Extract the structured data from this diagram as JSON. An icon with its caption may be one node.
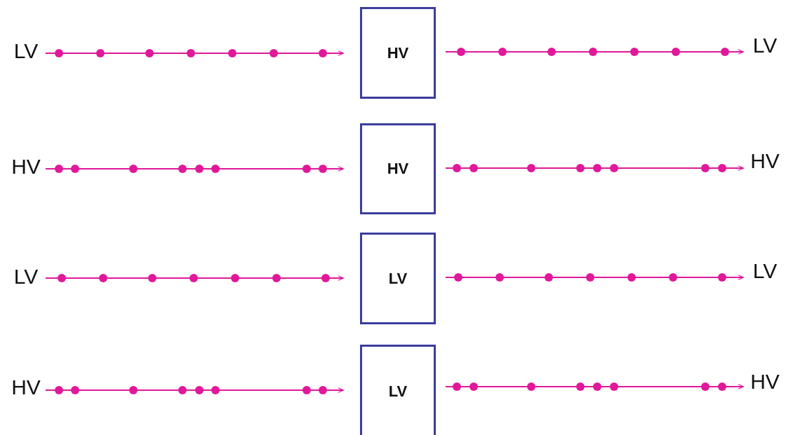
{
  "diagram": {
    "nodes": [
      {
        "text": [
          "LV"
        ]
      },
      {
        "text": [
          "HV"
        ]
      },
      {
        "text": [
          "LV"
        ]
      },
      {
        "text": [
          "HV"
        ]
      },
      {
        "text": [
          "HV"
        ]
      },
      {
        "text": [
          "HV"
        ]
      },
      {
        "text": [
          "LV"
        ]
      },
      {
        "text": [
          "LV"
        ]
      },
      {
        "text": [
          "LV"
        ]
      },
      {
        "text": [
          "HV"
        ]
      },
      {
        "text": [
          "LV"
        ]
      },
      {
        "text": [
          "HV"
        ]
      }
    ],
    "edges": [
      {
        "from": 0,
        "to": 1,
        "arrow": "to"
      },
      {
        "from": 1,
        "to": 2,
        "arrow": "to"
      },
      {
        "from": 3,
        "to": 4,
        "arrow": "to"
      },
      {
        "from": 4,
        "to": 5,
        "arrow": "to"
      },
      {
        "from": 6,
        "to": 7,
        "arrow": "to"
      },
      {
        "from": 7,
        "to": 8,
        "arrow": "to"
      },
      {
        "from": 9,
        "to": 10,
        "arrow": "to"
      },
      {
        "from": 10,
        "to": 11,
        "arrow": "to"
      }
    ]
  }
}
